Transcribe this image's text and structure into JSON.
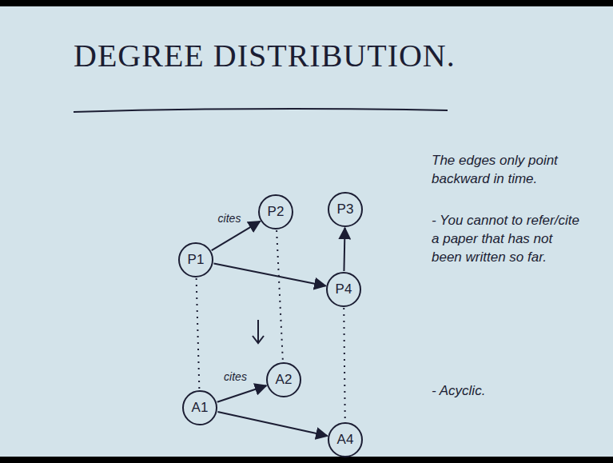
{
  "diagram": {
    "title": "DEGREE DISTRIBUTION.",
    "nodes": [
      {
        "text": [
          "P1"
        ]
      },
      {
        "text": [
          "P2"
        ]
      },
      {
        "text": [
          "P3"
        ]
      },
      {
        "text": [
          "P4"
        ]
      },
      {
        "text": [
          "A1"
        ]
      },
      {
        "text": [
          "A2"
        ]
      },
      {
        "text": [
          "A4"
        ]
      }
    ],
    "edges": [
      {
        "from": 0,
        "to": 1,
        "arrow": "to",
        "label": "cites"
      },
      {
        "from": 0,
        "to": 3,
        "arrow": "to"
      },
      {
        "from": 3,
        "to": 2,
        "arrow": "to"
      },
      {
        "from": 4,
        "to": 5,
        "arrow": "to",
        "label": "cites"
      },
      {
        "from": 4,
        "to": 6,
        "arrow": "to"
      },
      {
        "from": 0,
        "to": 4,
        "arrow": "none"
      },
      {
        "from": 1,
        "to": 5,
        "arrow": "none"
      },
      {
        "from": 3,
        "to": 6,
        "arrow": "none"
      }
    ],
    "labels": [
      "The edges only point backward in time.",
      "- You cannot to refer/cite a paper that has not been written so far.",
      "- Acyclic."
    ]
  }
}
